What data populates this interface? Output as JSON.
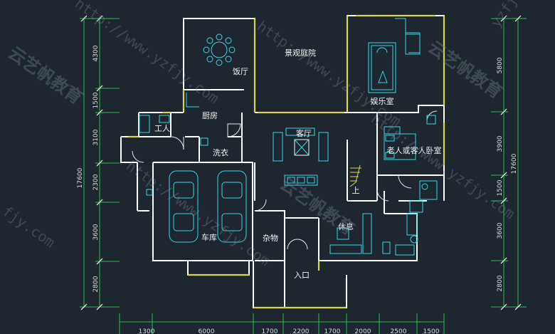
{
  "rooms": {
    "dining": "饭厅",
    "garden": "景观庭院",
    "entertainment": "娱乐室",
    "kitchen": "厨房",
    "worker": "工人",
    "living": "客厅",
    "elder_guest_bedroom": "老人或客人卧室",
    "laundry": "洗衣",
    "stairs_up": "上",
    "garage": "车库",
    "storage": "杂物",
    "rest": "休息",
    "entrance": "入口"
  },
  "left_dims": {
    "total": "17600",
    "segments": [
      "4300",
      "1500",
      "3100",
      "2300",
      "3600",
      "2800"
    ]
  },
  "right_dims": {
    "total": "17600",
    "segments": [
      "5800",
      "3900",
      "1500",
      "3600",
      "2800"
    ]
  },
  "bottom_dims": [
    "1300",
    "6000",
    "1700",
    "2200",
    "1700",
    "2000",
    "2500",
    "1500"
  ],
  "watermarks": {
    "brand": "云艺帆教育",
    "url_full": "http://www.yzfjy.com",
    "url_partial": "fjy.com",
    "url_corner": "yzfj"
  },
  "colors": {
    "background": "#1e2630",
    "wall": "#ffffff",
    "dimension_line": "#27c04a",
    "furniture": "#37d6e6",
    "window": "#d9d64b"
  }
}
